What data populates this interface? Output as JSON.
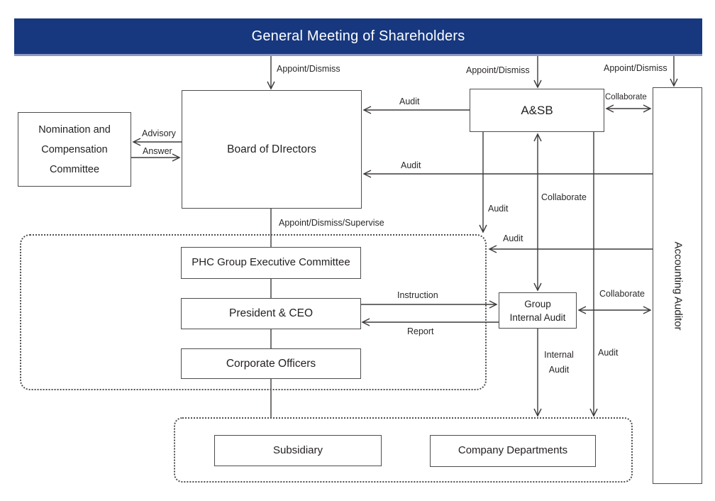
{
  "banner": {
    "label": "General Meeting of Shareholders"
  },
  "boxes": {
    "nomination": {
      "lines": [
        "Nomination and",
        "Compensation",
        "Committee"
      ]
    },
    "board": {
      "label": "Board of DIrectors"
    },
    "asb": {
      "label": "A&SB"
    },
    "accounting_auditor": {
      "label": "Accounting Auditor"
    },
    "phc_committee": {
      "label": "PHC Group Executive Committee"
    },
    "president_ceo": {
      "label": "President & CEO"
    },
    "corporate_officers": {
      "label": "Corporate Officers"
    },
    "group_internal_audit": {
      "lines": [
        "Group",
        "Internal Audit"
      ]
    },
    "subsidiary": {
      "label": "Subsidiary"
    },
    "company_departments": {
      "label": "Company Departments"
    }
  },
  "edge_labels": {
    "appoint_dismiss_board": "Appoint/Dismiss",
    "appoint_dismiss_asb": "Appoint/Dismiss",
    "appoint_dismiss_auditor": "Appoint/Dismiss",
    "advisory": "Advisory",
    "answer": "Answer",
    "audit_asb_to_board": "Audit",
    "audit_auditor_to_board": "Audit",
    "audit_asb_to_exec": "Audit",
    "audit_auditor_to_exec": "Audit",
    "collaborate_asb_auditor": "Collaborate",
    "collaborate_asb_gia": "Collaborate",
    "collaborate_gia_auditor": "Collaborate",
    "appoint_dismiss_supervise": "Appoint/Dismiss/Supervise",
    "instruction": "Instruction",
    "report": "Report",
    "internal_audit": [
      "Internal",
      "Audit"
    ],
    "audit_asb_to_departments": "Audit"
  },
  "colors": {
    "banner_bg": "#17387e",
    "banner_border": "#8d97c6",
    "banner_text": "#ffffff",
    "box_border": "#4d4d4d",
    "line": "#3e3a3a",
    "text": "#231f20"
  }
}
